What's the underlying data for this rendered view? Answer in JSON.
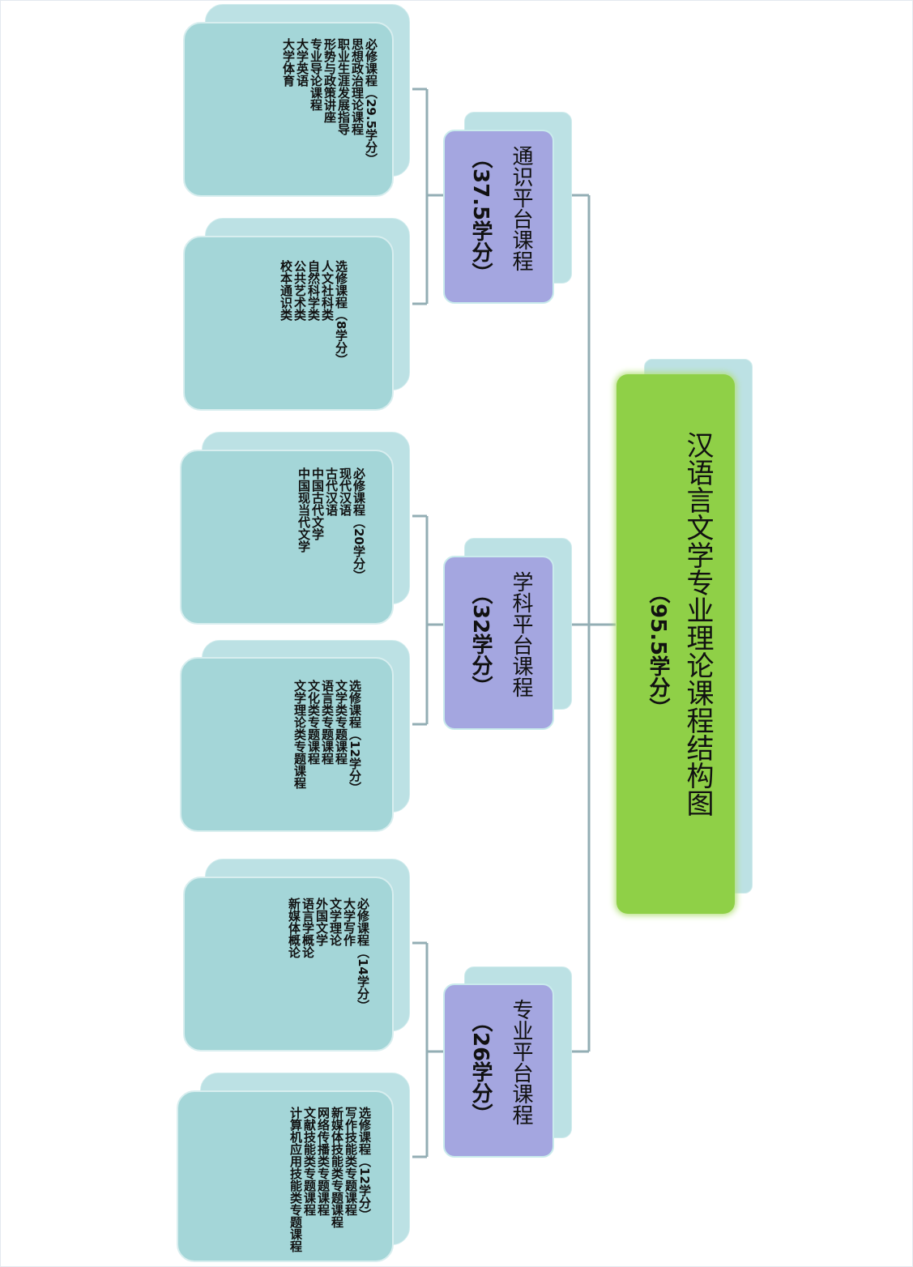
{
  "root": {
    "title": "汉语言文学专业理论课程结构图",
    "credit": "（95.5学分）"
  },
  "platforms": [
    {
      "name": "通识平台课程",
      "credit": "（37.5学分）",
      "groups": [
        {
          "title": "必修课程（29.5学分）",
          "items": [
            "思想政治理论课程",
            "职业生涯发展指导",
            "形势与政策讲座",
            "专业导论课程",
            "大学英语",
            "大学体育"
          ]
        },
        {
          "title": "选修课程（8学分）",
          "items": [
            "人文社科类",
            "自然科学类",
            "公共艺术类",
            "校本通识类"
          ]
        }
      ]
    },
    {
      "name": "学科平台课程",
      "credit": "（32学分）",
      "groups": [
        {
          "title": "必修课程（20学分）",
          "items": [
            "现代汉语",
            "古代汉语",
            "中国古代文学",
            "中国现当代文学"
          ]
        },
        {
          "title": "选修课程（12学分）",
          "items": [
            "文学类专题课程",
            "语言类专题课程",
            "文化类专题课程",
            "文学理论类专题课程"
          ]
        }
      ]
    },
    {
      "name": "专业平台课程",
      "credit": "（26学分）",
      "groups": [
        {
          "title": "必修课程（14学分）",
          "items": [
            "大学写作",
            "文学理论",
            "外国文学",
            "语言学概论",
            "新媒体概论"
          ]
        },
        {
          "title": "选修课程（12学分）",
          "items": [
            "写作技能类专题课程",
            "新媒体技能类专题课程",
            "网络传播类专题课程",
            "文献技能类专题课程",
            "计算机应用技能类专题课程"
          ]
        }
      ]
    }
  ],
  "colors": {
    "root": "#8fd047",
    "platform": "#a4a6e0",
    "leaf": "#a4d6d8",
    "shadow": "#b9e0e3",
    "connector": "#93aeb4"
  }
}
